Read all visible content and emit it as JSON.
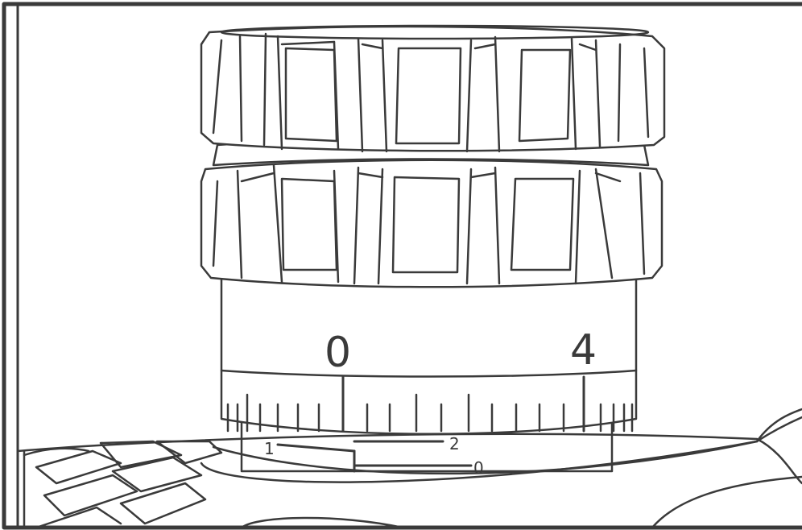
{
  "figure": {
    "line_color": "#3a3a3a",
    "background": "#ffffff",
    "dial_labels": [
      "0",
      "4"
    ],
    "revolution_labels": [
      "1",
      "2",
      "0"
    ],
    "icons": [
      "turret-cap",
      "revolution-indicator",
      "adjacent-knob"
    ]
  }
}
